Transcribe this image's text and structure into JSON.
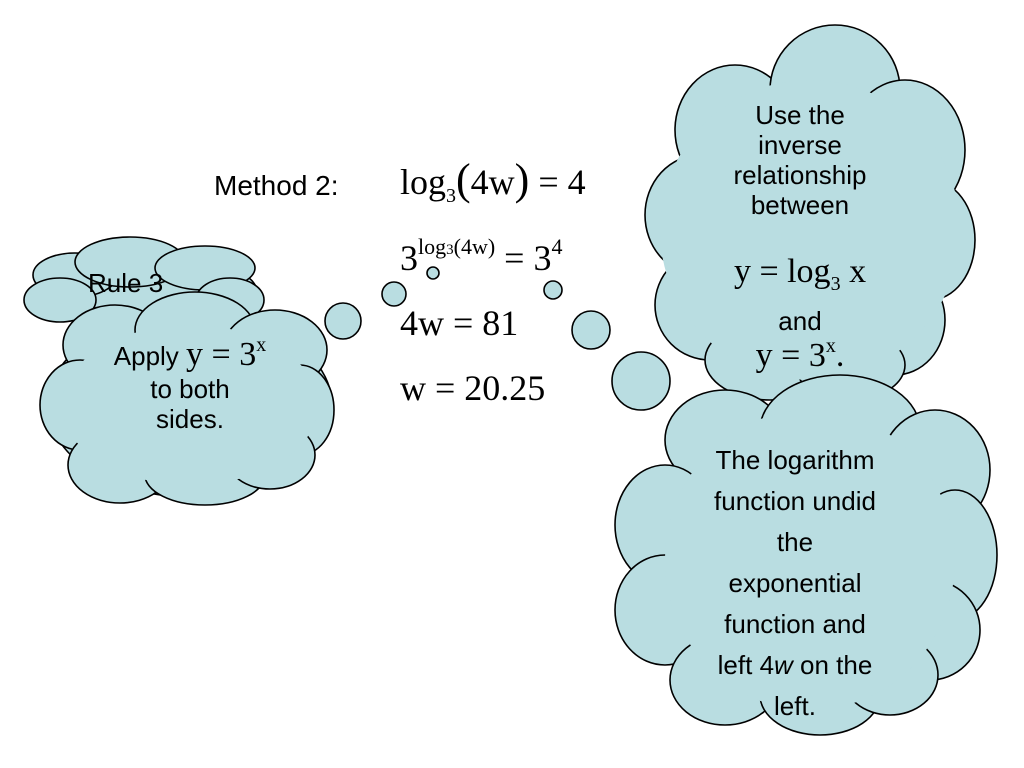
{
  "method": {
    "label": "Method 2:",
    "step1": {
      "log": "log",
      "base": "3",
      "lp": "(",
      "arg": "4w",
      "rp": ")",
      "eq": "= 4"
    },
    "step2": {
      "base": "3",
      "exp_log": "log",
      "exp_base": "3",
      "exp_arg": "(4w)",
      "rhs": "= 3",
      "rhs_exp": "4"
    },
    "step3": "4w = 81",
    "step4": "w = 20.25"
  },
  "rule_cloud": {
    "label": "Rule 3"
  },
  "apply_cloud": {
    "text_before": "Apply",
    "eq": "y = 3",
    "eq_exp": "x",
    "line2": "to both",
    "line3": "sides."
  },
  "inverse_cloud": {
    "lines": [
      "Use the",
      "inverse",
      "relationship",
      "between"
    ],
    "eq1": {
      "lhs": "y = log",
      "base": "3",
      "var": "x"
    },
    "and": "and",
    "eq2": {
      "lhs": "y = 3",
      "exp": "x",
      "dot": "."
    }
  },
  "log_cloud": {
    "lines": [
      "The logarithm",
      "function undid",
      "the",
      "exponential",
      "function and"
    ],
    "line6_pre": "left 4",
    "line6_var": "w",
    "line6_post": " on the",
    "line7": "left."
  },
  "colors": {
    "cloud_fill": "#b9dde1",
    "outline": "#000000"
  }
}
